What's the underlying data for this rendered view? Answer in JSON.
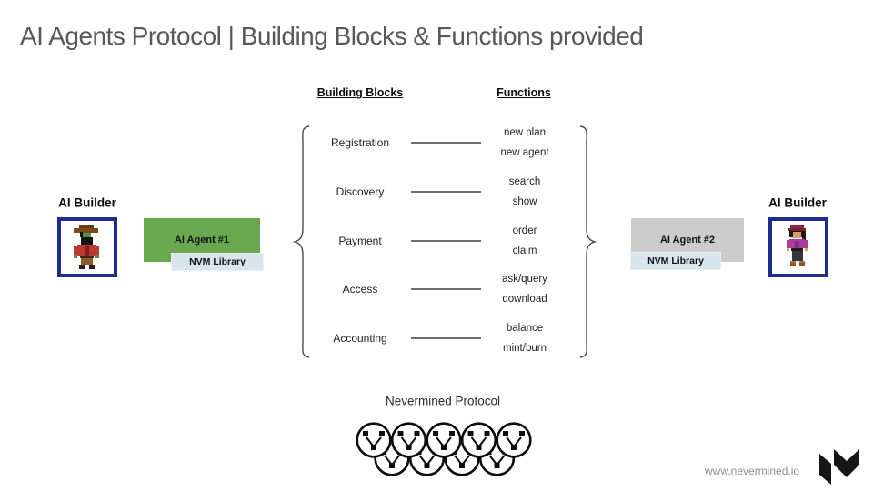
{
  "title": "AI Agents Protocol | Building Blocks & Functions provided",
  "columns": {
    "building_blocks": "Building Blocks",
    "functions": "Functions"
  },
  "diagram": {
    "rows": [
      {
        "block": "Registration",
        "functions": [
          "new plan",
          "new agent"
        ]
      },
      {
        "block": "Discovery",
        "functions": [
          "search",
          "show"
        ]
      },
      {
        "block": "Payment",
        "functions": [
          "order",
          "claim"
        ]
      },
      {
        "block": "Access",
        "functions": [
          "ask/query",
          "download"
        ]
      },
      {
        "block": "Accounting",
        "functions": [
          "balance",
          "mint/burn"
        ]
      }
    ]
  },
  "left_builder": {
    "label": "AI Builder",
    "agent_label": "AI Agent #1",
    "library_label": "NVM Library",
    "avatar": "pirate-captain-pixel-art",
    "agent_color": "#6aa84f"
  },
  "right_builder": {
    "label": "AI Builder",
    "agent_label": "AI Agent #2",
    "library_label": "NVM Library",
    "avatar": "pirate-woman-pixel-art",
    "agent_color": "#cccccc"
  },
  "protocol": {
    "label": "Nevermined Protocol",
    "node_icon": "nevermined-node-icon",
    "nodes_top_row": 5,
    "nodes_bottom_row": 4
  },
  "footer": {
    "url": "www.nevermined.io",
    "logo": "nevermined-logo"
  },
  "colors": {
    "title_gray": "#595959",
    "agent1_green": "#6aa84f",
    "agent2_gray": "#cccccc",
    "nvm_library_blue": "#d7e5ee",
    "frame_navy": "#1e2d8d",
    "connector_gray": "#6e6e6e"
  }
}
